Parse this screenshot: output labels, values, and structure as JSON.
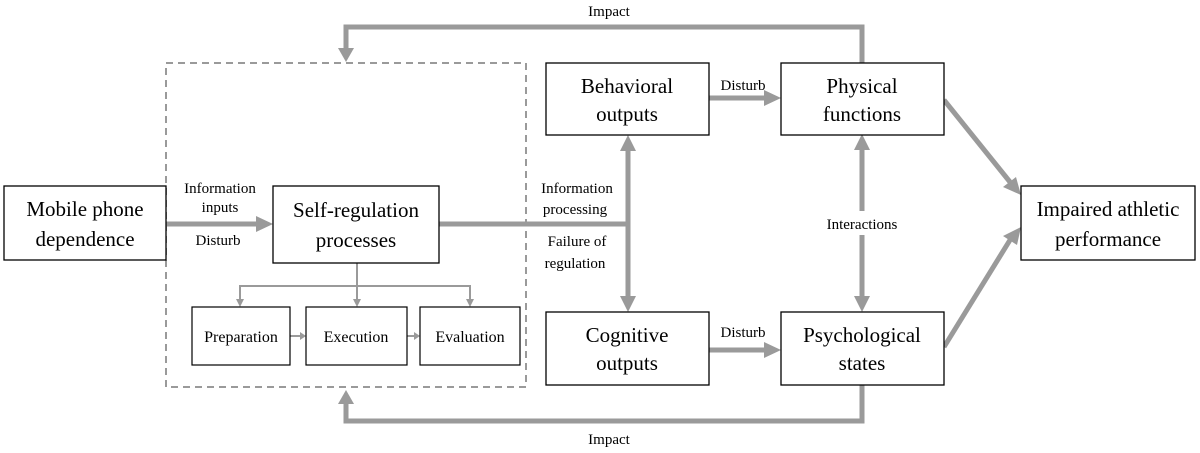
{
  "nodes": {
    "mobile_phone": [
      "Mobile phone",
      "dependence"
    ],
    "self_regulation": [
      "Self-regulation",
      "processes"
    ],
    "preparation": "Preparation",
    "execution": "Execution",
    "evaluation": "Evaluation",
    "behavioral_outputs": [
      "Behavioral",
      "outputs"
    ],
    "cognitive_outputs": [
      "Cognitive",
      "outputs"
    ],
    "physical_functions": [
      "Physical",
      "functions"
    ],
    "psychological_states": [
      "Psychological",
      "states"
    ],
    "impaired_performance": [
      "Impaired athletic",
      "performance"
    ]
  },
  "edge_labels": {
    "impact_top": "Impact",
    "impact_bottom": "Impact",
    "information_inputs": [
      "Information",
      "inputs"
    ],
    "disturb_input": "Disturb",
    "information_processing": [
      "Information",
      "processing"
    ],
    "failure_of_regulation": [
      "Failure of",
      "regulation"
    ],
    "disturb_behavioral": "Disturb",
    "disturb_cognitive": "Disturb",
    "interactions": "Interactions"
  },
  "colors": {
    "arrow": "#9a9a9a",
    "box_border": "#000000",
    "text": "#000000",
    "background": "#ffffff"
  }
}
